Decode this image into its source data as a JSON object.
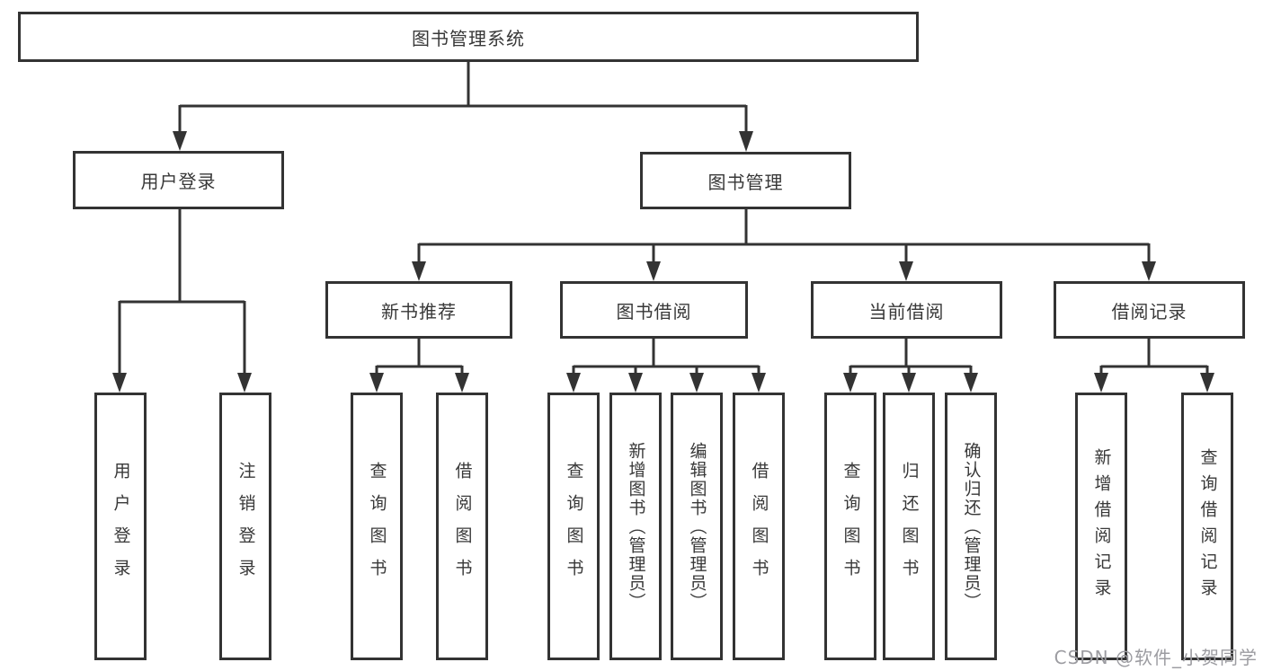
{
  "diagram": {
    "title": "图书管理系统",
    "root": {
      "label": "图书管理系统"
    },
    "level2": [
      {
        "id": "user-login",
        "label": "用户登录"
      },
      {
        "id": "book-mgmt",
        "label": "图书管理"
      }
    ],
    "level3": [
      {
        "id": "new-book-recommend",
        "label": "新书推荐"
      },
      {
        "id": "book-borrow",
        "label": "图书借阅"
      },
      {
        "id": "current-borrow",
        "label": "当前借阅"
      },
      {
        "id": "borrow-record",
        "label": "借阅记录"
      }
    ],
    "leaves": {
      "user_login": [
        "用户登录",
        "注销登录"
      ],
      "new_book": [
        "查询图书",
        "借阅图书"
      ],
      "book_borrow": [
        "查询图书",
        "新增图书（管理员）",
        "编辑图书（管理员）",
        "借阅图书"
      ],
      "current_borrow": [
        "查询图书",
        "归还图书",
        "确认归还（管理员）"
      ],
      "borrow_record": [
        "新增借阅记录",
        "查询借阅记录"
      ]
    }
  },
  "watermark": {
    "text": "CSDN @软件_小贺同学",
    "color": "#9c9ca1"
  },
  "colors": {
    "line": "#333333",
    "box_border": "#333333",
    "text": "#383838",
    "background": "#ffffff"
  }
}
